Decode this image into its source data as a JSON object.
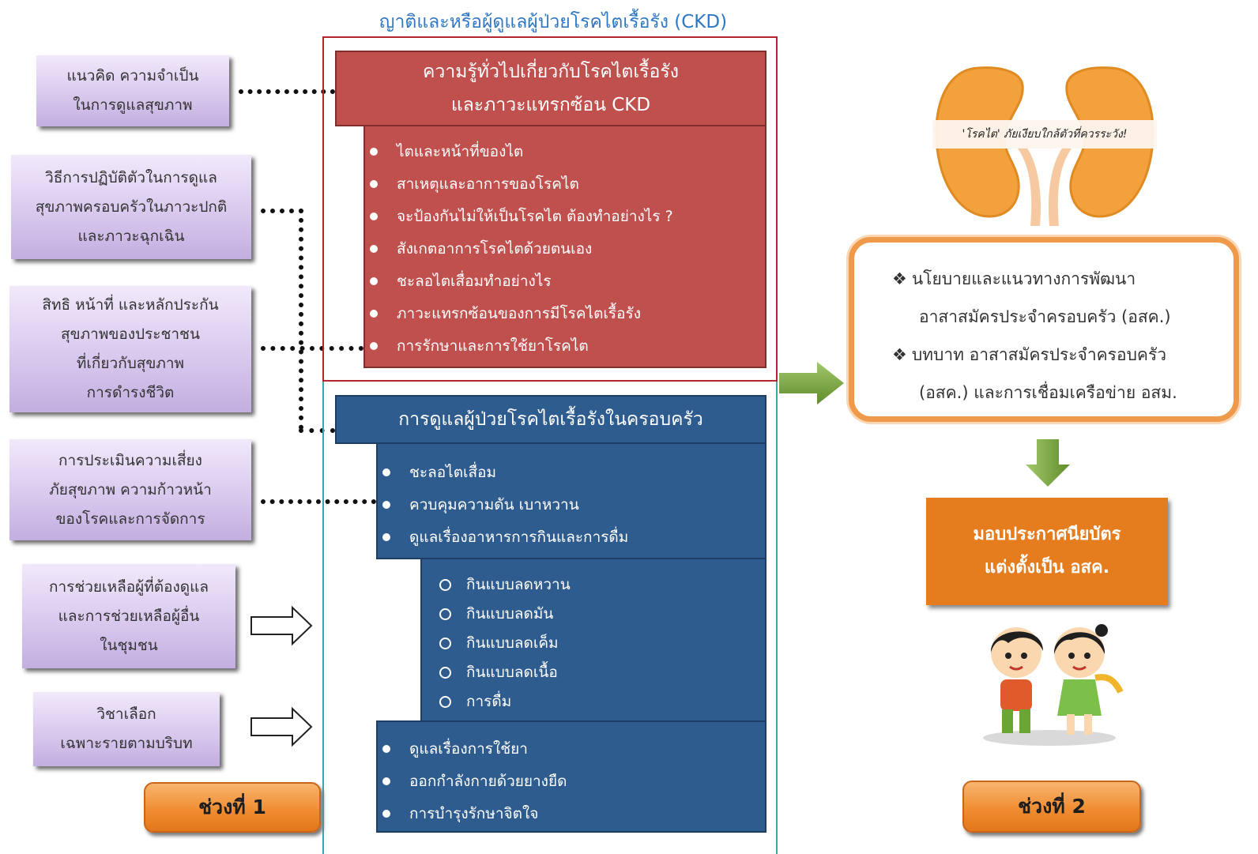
{
  "top_title": "ญาติและหรือผู้ดูแลผู้ป่วยโรคไตเรื้อรัง (CKD)",
  "left_boxes": [
    {
      "lines": [
        "แนวคิด ความจำเป็น",
        "ในการดูแลสุขภาพ"
      ]
    },
    {
      "lines": [
        "วิธีการปฏิบัติตัวในการดูแล",
        "สุขภาพครอบครัวในภาวะปกติ",
        "และภาวะฉุกเฉิน"
      ]
    },
    {
      "lines": [
        "สิทธิ หน้าที่ และหลักประกัน",
        "สุขภาพของประชาชน",
        "ที่เกี่ยวกับสุขภาพ",
        "การดำรงชีวิต"
      ]
    },
    {
      "lines": [
        "การประเมินความเสี่ยง",
        "ภัยสุขภาพ ความก้าวหน้า",
        "ของโรคและการจัดการ"
      ]
    },
    {
      "lines": [
        "การช่วยเหลือผู้ที่ต้องดูแล",
        "และการช่วยเหลือผู้อื่น",
        "ในชุมชน"
      ]
    },
    {
      "lines": [
        "วิชาเลือก",
        "เฉพาะรายตามบริบท"
      ]
    }
  ],
  "red_section": {
    "title_lines": [
      "ความรู้ทั่วไปเกี่ยวกับโรคไตเรื้อรัง",
      "และภาวะแทรกซ้อน CKD"
    ],
    "items": [
      "ไตและหน้าที่ของไต",
      "สาเหตุและอาการของโรคไต",
      "จะป้องกันไม่ให้เป็นโรคไต ต้องทำอย่างไร ?",
      "สังเกตอาการโรคไตด้วยตนเอง",
      "ชะลอไตเสื่อมทำอย่างไร",
      "ภาวะแทรกซ้อนของการมีโรคไตเรื้อรัง",
      "การรักษาและการใช้ยาโรคไต"
    ]
  },
  "blue_section": {
    "title": "การดูแลผู้ป่วยโรคไตเรื้อรังในครอบครัว",
    "items_top": [
      "ชะลอไตเสื่อม",
      "ควบคุมความดัน เบาหวาน",
      "ดูแลเรื่องอาหารการกินและการดื่ม"
    ],
    "sub_items": [
      "กินแบบลดหวาน",
      "กินแบบลดมัน",
      "กินแบบลดเค็ม",
      "กินแบบลดเนื้อ",
      "การดื่ม"
    ],
    "items_bottom": [
      "ดูแลเรื่องการใช้ยา",
      "ออกกำลังกายด้วยยางยืด",
      "การบำรุงรักษาจิตใจ"
    ]
  },
  "phase1_label": "ช่วงที่ 1",
  "phase2_label": "ช่วงที่ 2",
  "kidney_banner": "'โรคไต' ภัยเงียบใกล้ตัวที่ควรระวัง!",
  "policy": {
    "lines": [
      {
        "bullet": "❖",
        "text": "นโยบายและแนวทางการพัฒนา"
      },
      {
        "bullet": "",
        "text": "อาสาสมัครประจำครอบครัว (อสค.)"
      },
      {
        "bullet": "❖",
        "text": "บทบาท อาสาสมัครประจำครอบครัว"
      },
      {
        "bullet": "",
        "text": "(อสค.) และการเชื่อมเครือข่าย อสม."
      }
    ]
  },
  "certificate_lines": [
    "มอบประกาศนียบัตร",
    "แต่งตั้งเป็น อสค."
  ],
  "colors": {
    "red": "#c0504d",
    "blue": "#2f5c8f",
    "orange": "#ef8a2e",
    "green_arrow": "#77a33a",
    "purple": "#d9c9ee"
  }
}
